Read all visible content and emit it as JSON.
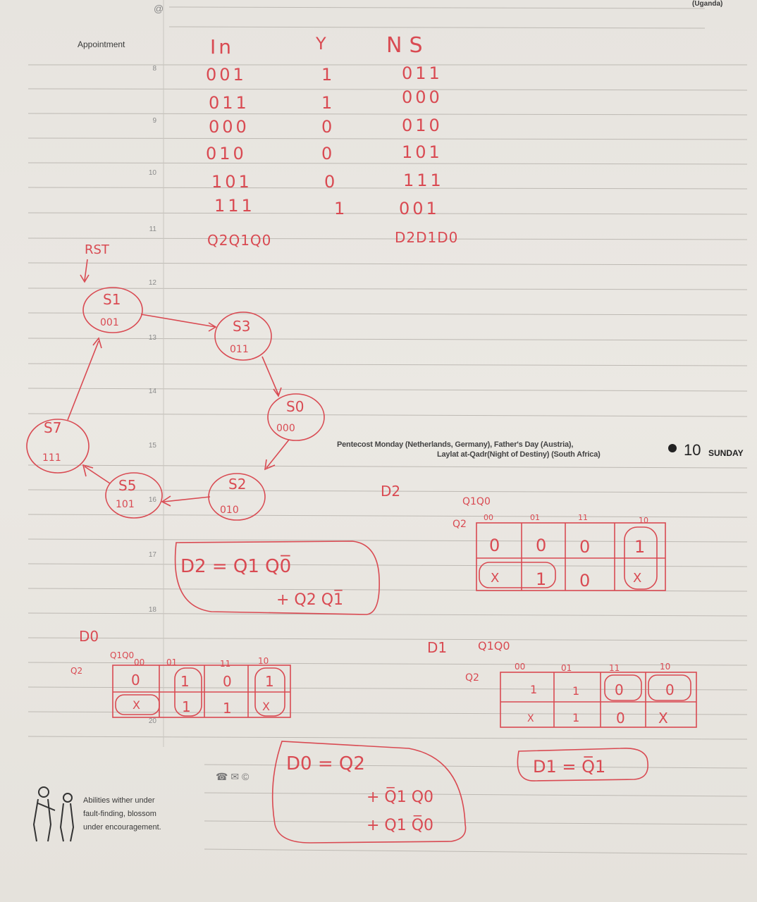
{
  "planner": {
    "header_label": "Appointment",
    "at_symbol": "@",
    "top_right_note": "(Uganda)",
    "hours": [
      "8",
      "9",
      "10",
      "11",
      "12",
      "13",
      "14",
      "15",
      "16",
      "17",
      "18",
      "20"
    ],
    "holiday_line_1": "Pentecost Monday (Netherlands, Germany), Father's Day (Austria),",
    "holiday_line_2": "Laylat at-Qadr(Night of Destiny) (South Africa)",
    "day_number": "10",
    "day_name": "SUNDAY",
    "quote_line_1": "Abilities wither under",
    "quote_line_2": "fault-finding, blossom",
    "quote_line_3": "under encouragement.",
    "colors": {
      "ink": "#d94a52",
      "rule": "#b9b6b0",
      "print": "#3a3a3a"
    }
  },
  "notes": {
    "table": {
      "headers": [
        "In",
        "Y",
        "NS"
      ],
      "rows": [
        [
          "001",
          "1",
          "011"
        ],
        [
          "011",
          "1",
          "000"
        ],
        [
          "000",
          "0",
          "010"
        ],
        [
          "010",
          "0",
          "101"
        ],
        [
          "101",
          "0",
          "111"
        ],
        [
          "111",
          "1",
          "001"
        ]
      ],
      "footer_in": "Q2Q1Q0",
      "footer_ns": "D2D1D0"
    },
    "state_diagram": {
      "reset_label": "RST",
      "states": [
        {
          "name": "S1",
          "code": "001"
        },
        {
          "name": "S3",
          "code": "011"
        },
        {
          "name": "S0",
          "code": "000"
        },
        {
          "name": "S2",
          "code": "010"
        },
        {
          "name": "S5",
          "code": "101"
        },
        {
          "name": "S7",
          "code": "111"
        }
      ]
    },
    "kmaps": {
      "d2": {
        "label": "D2",
        "cols": "Q1Q0",
        "row": "Q2",
        "col_heads": [
          "00",
          "01",
          "11",
          "10"
        ],
        "rows": [
          [
            "0",
            "0",
            "0",
            "1"
          ],
          [
            "X",
            "1",
            "0",
            "X"
          ]
        ],
        "eq_1": "D2 = Q1 Q0̅",
        "eq_2": "+ Q2 Q1̅"
      },
      "d1": {
        "label": "D1",
        "cols": "Q1Q0",
        "row": "Q2",
        "col_heads": [
          "00",
          "01",
          "11",
          "10"
        ],
        "rows": [
          [
            "1",
            "1",
            "0",
            "0"
          ],
          [
            "X",
            "1",
            "0",
            "X"
          ]
        ],
        "eq_1": "D1 = Q̅1"
      },
      "d0": {
        "label": "D0",
        "cols": "Q1Q0",
        "row": "Q2",
        "col_heads": [
          "00",
          "01",
          "11",
          "10"
        ],
        "rows": [
          [
            "0",
            "1",
            "0",
            "1"
          ],
          [
            "X",
            "1",
            "1",
            "X"
          ]
        ],
        "eq_1": "D0 = Q2",
        "eq_2": "+ Q̅1 Q0",
        "eq_3": "+ Q1 Q̅0"
      }
    }
  }
}
